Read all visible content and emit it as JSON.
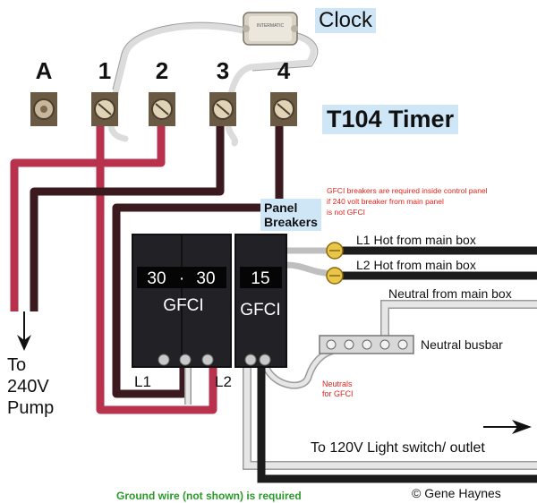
{
  "labels": {
    "clock": "Clock",
    "timer_title": "T104 Timer",
    "panel_breakers_line1": "Panel",
    "panel_breakers_line2": "Breakers",
    "gfci_note_line1": "GFCI breakers are required inside control panel",
    "gfci_note_line2": "if 240 volt breaker from main panel",
    "gfci_note_line3": "is not GFCI",
    "l1_hot": "L1 Hot from main box",
    "l2_hot": "L2 Hot from main box",
    "neutral_main": "Neutral from main box",
    "neutral_busbar": "Neutral busbar",
    "neutrals_gfci_line1": "Neutrals",
    "neutrals_gfci_line2": "for GFCI",
    "pump_line1": "To",
    "pump_line2": "240V",
    "pump_line3": "Pump",
    "light_switch": "To 120V Light switch/ outlet",
    "ground_note": "Ground wire (not shown)  is required",
    "copyright": "© Gene Haynes",
    "l1": "L1",
    "l2": "L2"
  },
  "terminals": [
    "A",
    "1",
    "2",
    "3",
    "4"
  ],
  "breakers": [
    {
      "rating_left": "30",
      "rating_sep": "·",
      "rating_right": "30",
      "type": "GFCI"
    },
    {
      "rating": "15",
      "type": "GFCI"
    }
  ],
  "colors": {
    "red_wire": "#b8324e",
    "dark_wire": "#3a1a1f",
    "white_wire": "#dcdcdc",
    "black_wire": "#1c1c1c",
    "breaker_body": "#222226",
    "label_bg": "#cfe6f7",
    "note_red": "#e0241b",
    "ground_green": "#2a9a2a"
  },
  "icons": [
    "clock-motor-icon",
    "terminal-screw-icon",
    "wire-nut-icon",
    "arrow-down-icon",
    "arrow-right-icon"
  ]
}
